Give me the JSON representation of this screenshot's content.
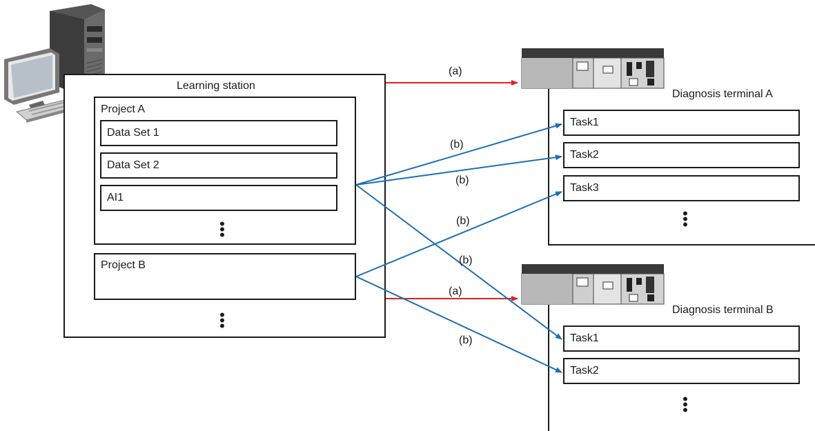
{
  "learning_station": {
    "title": "Learning station",
    "projects": [
      {
        "name": "Project A",
        "items": [
          "Data Set 1",
          "Data Set 2",
          "AI1"
        ]
      },
      {
        "name": "Project B",
        "items": []
      }
    ]
  },
  "terminals": [
    {
      "name": "Diagnosis terminal A",
      "tasks": [
        "Task1",
        "Task2",
        "Task3"
      ]
    },
    {
      "name": "Diagnosis terminal B",
      "tasks": [
        "Task1",
        "Task2"
      ]
    }
  ],
  "arrows": {
    "a_label": "(a)",
    "b_label": "(b)"
  },
  "colors": {
    "arrow_a": "#e02020",
    "arrow_b": "#1a6fb4"
  },
  "icons": [
    "pc-icon",
    "plc-icon"
  ]
}
